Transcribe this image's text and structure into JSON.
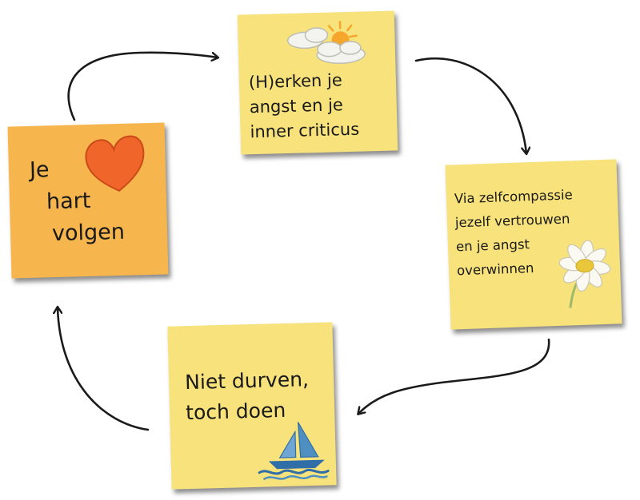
{
  "notes": {
    "heart": {
      "lines": [
        "Je",
        "hart",
        "volgen"
      ],
      "color": "#f6b54d",
      "icon": "heart-icon"
    },
    "recognize": {
      "lines": [
        "(H)erken je",
        "angst en je",
        "inner criticus"
      ],
      "color": "#f8e27b",
      "icon": "sun-clouds-icon"
    },
    "compassion": {
      "lines": [
        "Via zelfcompassie",
        "jezelf vertrouwen",
        "en je angst",
        "overwinnen"
      ],
      "color": "#f8e27b",
      "icon": "daisy-icon"
    },
    "dare": {
      "lines": [
        "Niet durven,",
        "toch doen"
      ],
      "color": "#f8e27b",
      "icon": "sailboat-icon"
    }
  },
  "colors": {
    "arrow": "#1a1a1a",
    "heart_fill": "#f0662a",
    "sail": "#4e8fc2",
    "water": "#2f6ea6",
    "sun": "#f4a72c"
  }
}
